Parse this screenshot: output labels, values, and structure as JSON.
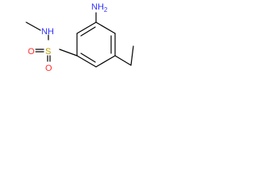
{
  "structure": {
    "atoms": {
      "amino_n": "NH2",
      "sulfonamide_nh": "NH",
      "sulfur": "S",
      "oxygen_upper": "O",
      "oxygen_lower": "O"
    },
    "colors": {
      "bond": "#000000",
      "nitrogen": "#3333ff",
      "sulfur": "#b8a000",
      "oxygen": "#ff2a2a"
    }
  }
}
